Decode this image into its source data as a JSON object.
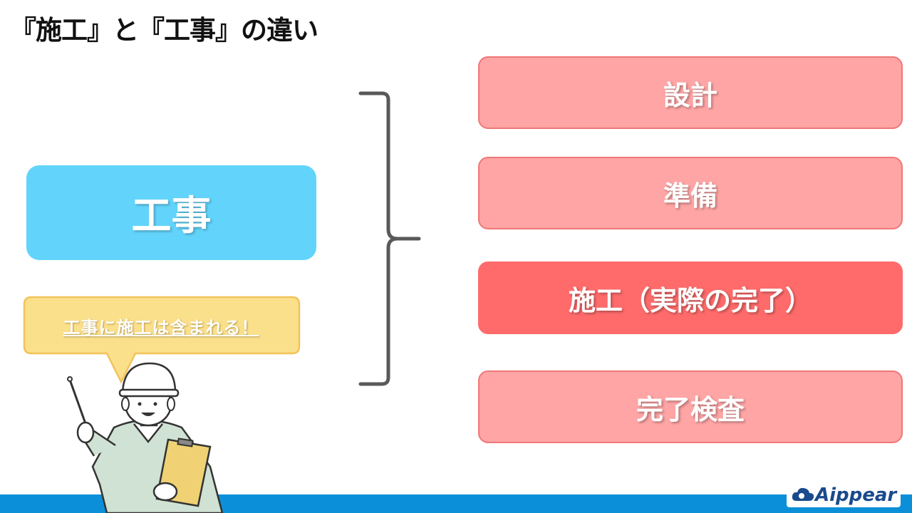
{
  "slide": {
    "title": "『施工』と『工事』の違い",
    "main_label": "工事",
    "speech": "工事に施工は含まれる！",
    "steps": [
      {
        "label": "設計",
        "highlight": false
      },
      {
        "label": "準備",
        "highlight": false
      },
      {
        "label": "施工（実際の完了）",
        "highlight": true
      },
      {
        "label": "完了検査",
        "highlight": false
      }
    ]
  },
  "logo": {
    "text": "Aippear"
  },
  "colors": {
    "main_box": "#62d4fb",
    "step_light": "#ffa5a5",
    "step_dark": "#ff6b6b",
    "footer": "#0b8fd8",
    "bubble": "#fbe08c"
  }
}
